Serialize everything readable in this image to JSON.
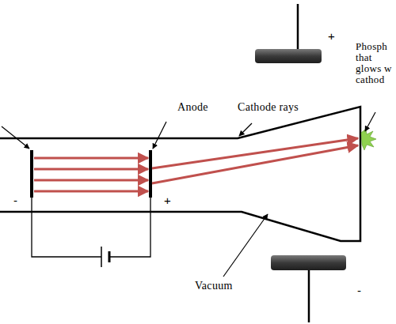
{
  "diagram": {
    "labels": [
      "+",
      "Phosph that glows w cathod",
      "Anode",
      "Cathode rays",
      "-",
      "+",
      "Vacuum",
      "-"
    ]
  }
}
